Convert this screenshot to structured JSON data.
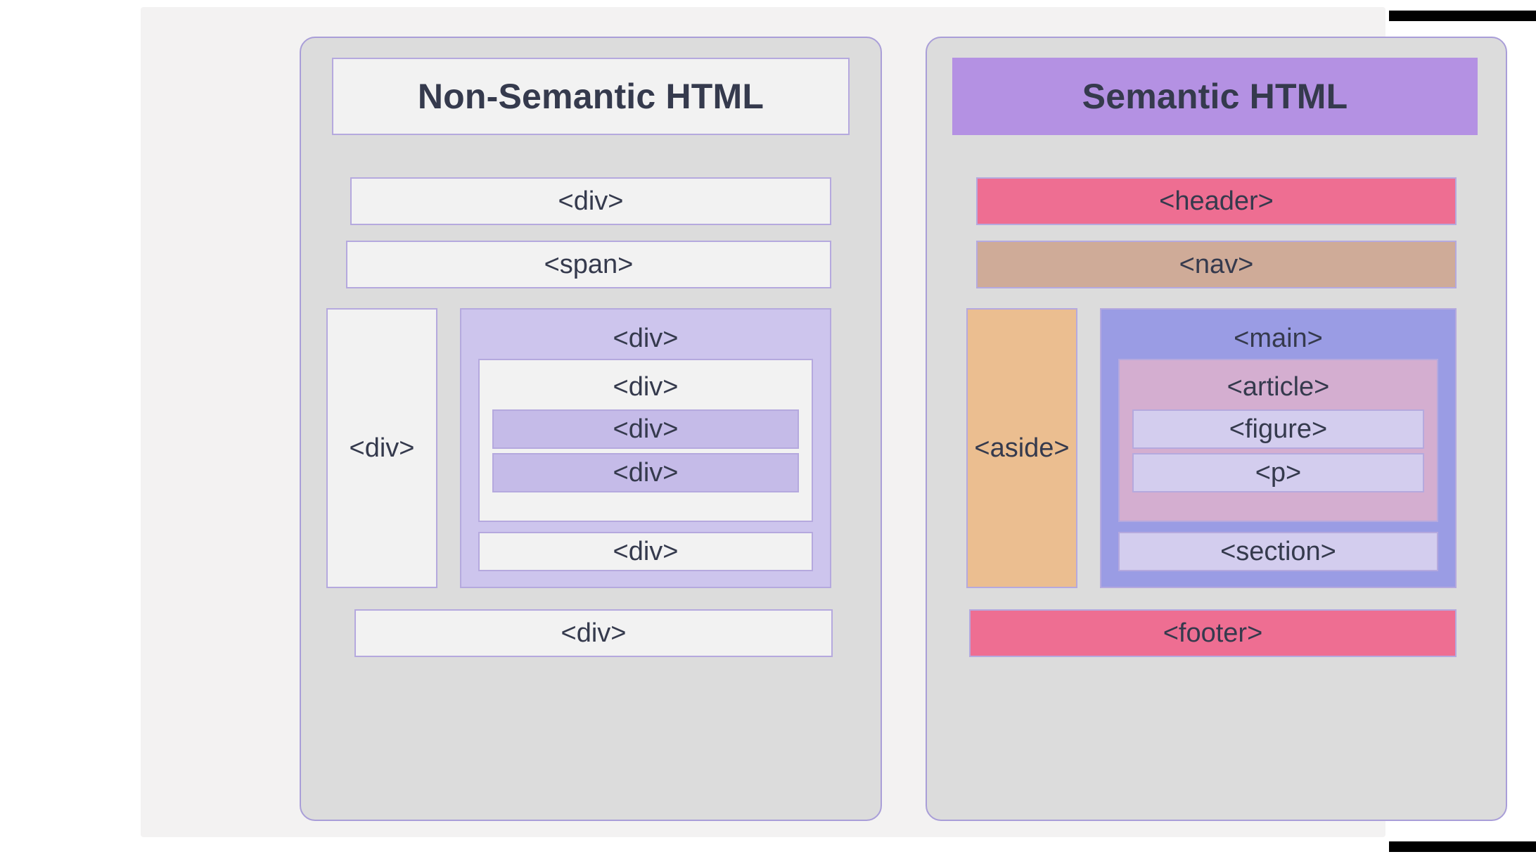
{
  "diagram": {
    "title_left": "Non-Semantic HTML",
    "title_right": "Semantic HTML",
    "colors": {
      "canvas": "#f3f2f2",
      "panel_bg": "#dcdcdc",
      "panel_border": "#a99ed8",
      "box_border": "#b5a9de",
      "plain_box": "#f2f2f2",
      "lilac_box": "#cdc5ed",
      "semantic_title": "#b491e3",
      "header_footer": "#ee6e92",
      "nav": "#cfab98",
      "aside": "#ebbe90",
      "main": "#9a9ce4",
      "article": "#d4aed0",
      "figure_p_section": "#d3cdee",
      "text": "#353a4d",
      "bar": "#000000"
    }
  },
  "non_semantic": {
    "title": "Non-Semantic HTML",
    "div_top": "<div>",
    "span": "<span>",
    "div_left_column": "<div>",
    "div_outer": "<div>",
    "div_inner": "<div>",
    "div_lilac_a": "<div>",
    "div_lilac_b": "<div>",
    "div_last_child": "<div>",
    "div_bottom": "<div>"
  },
  "semantic": {
    "title": "Semantic HTML",
    "header": "<header>",
    "nav": "<nav>",
    "aside": "<aside>",
    "main": "<main>",
    "article": "<article>",
    "figure": "<figure>",
    "paragraph": "<p>",
    "section": "<section>",
    "footer": "<footer>"
  }
}
